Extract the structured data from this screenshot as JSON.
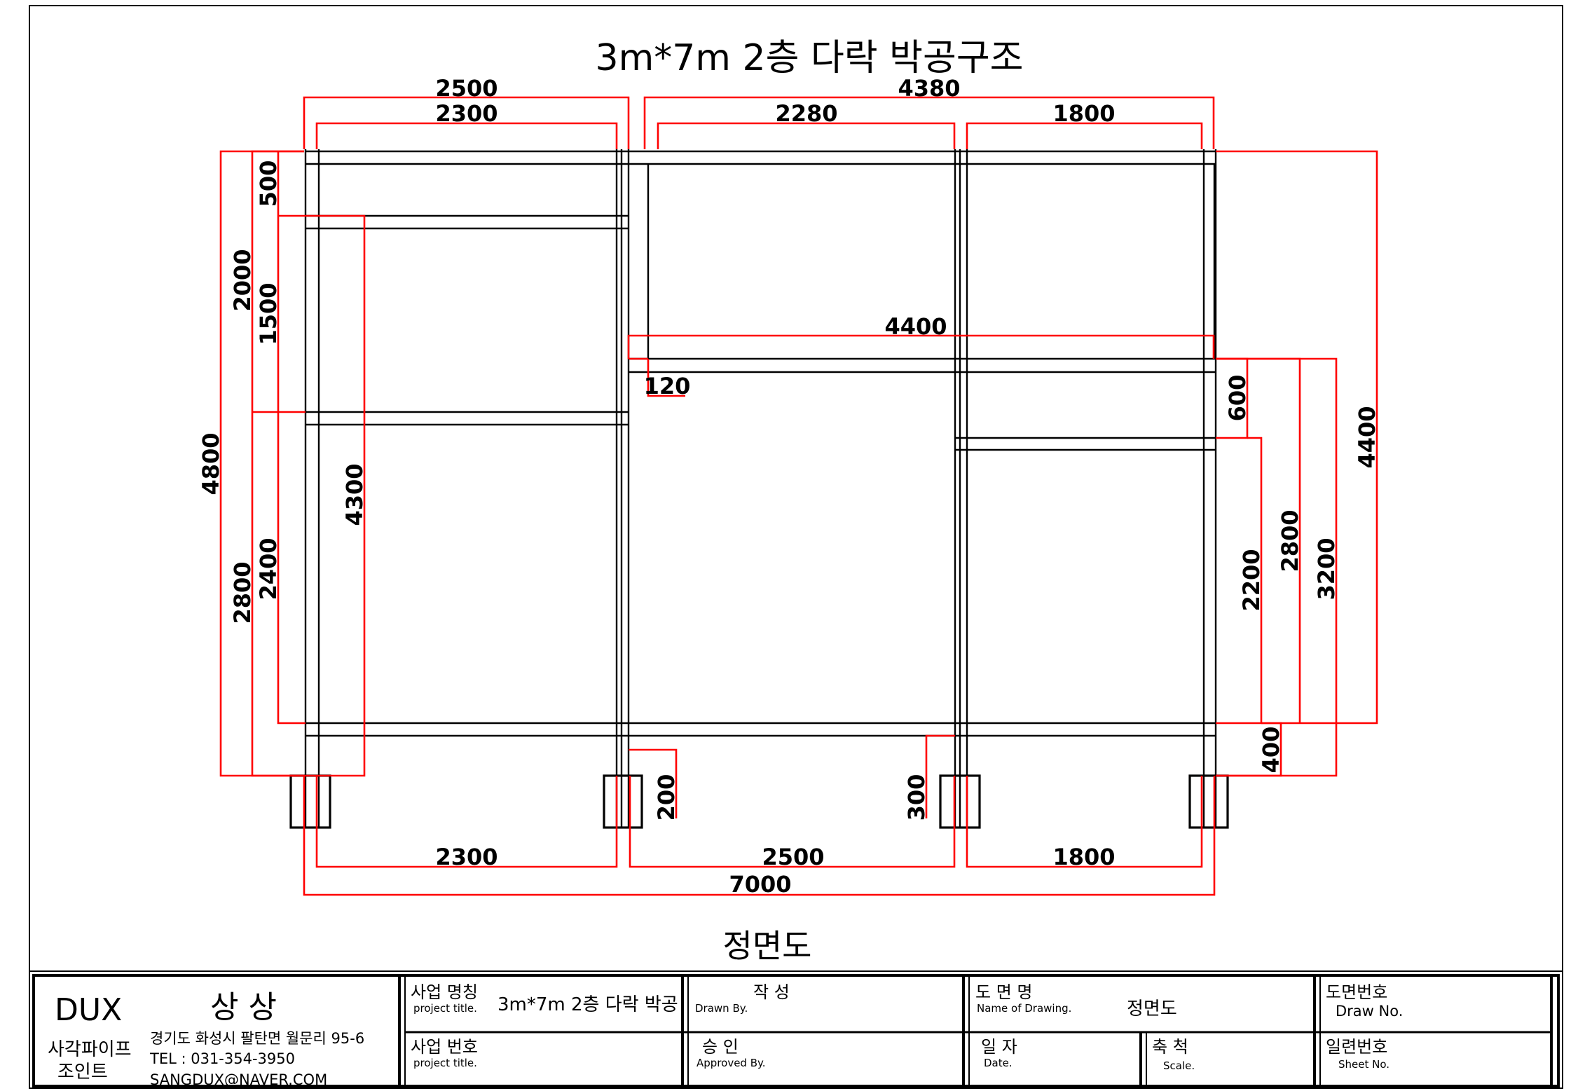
{
  "drawing": {
    "title": "3m*7m 2층 다락 박공구조",
    "view_label": "정면도"
  },
  "dimensions": {
    "top_overall_left": "2500",
    "top_overall_right": "4380",
    "top_left": "2300",
    "top_middle": "2280",
    "top_right": "1800",
    "left_overall": "4800",
    "left_upper": "2000",
    "left_lower": "2800",
    "left_500": "500",
    "left_1500": "1500",
    "left_2400": "2400",
    "left_4300": "4300",
    "mid_beam": "4400",
    "mid_offset": "120",
    "right_600": "600",
    "right_2200": "2200",
    "right_2800": "2800",
    "right_3200": "3200",
    "right_4400": "4400",
    "right_400": "400",
    "foot_200": "200",
    "foot_300": "300",
    "bottom_left": "2300",
    "bottom_middle": "2500",
    "bottom_right": "1800",
    "bottom_overall": "7000"
  },
  "title_block": {
    "company": "DUX",
    "company_ko": "상 상",
    "company_type_line1": "사각파이프",
    "company_type_line2": "조인트",
    "address": "경기도 화성시 팔탄면 월문리 95-6",
    "tel": "TEL : 031-354-3950",
    "email": "SANGDUX@NAVER.COM",
    "project_name_ko": "사업 명칭",
    "project_name_en": "project title.",
    "project_name_value": "3m*7m 2층 다락 박공",
    "project_no_ko": "사업 번호",
    "project_no_en": "project title.",
    "drawn_ko": "작 성",
    "drawn_en": "Drawn By.",
    "approved_ko": "승 인",
    "approved_en": "Approved By.",
    "drawing_name_ko": "도 면 명",
    "drawing_name_en": "Name of Drawing.",
    "drawing_name_value": "정면도",
    "date_ko": "일 자",
    "date_en": "Date.",
    "scale_ko": "축 척",
    "scale_en": "Scale.",
    "draw_no_ko": "도면번호",
    "draw_no_en": "Draw No.",
    "sheet_no_ko": "일련번호",
    "sheet_no_en": "Sheet No."
  }
}
